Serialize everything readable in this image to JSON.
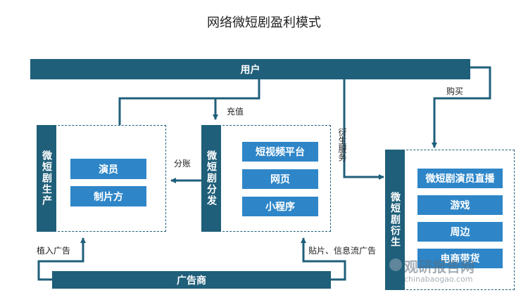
{
  "title": "网络微短剧盈利模式",
  "users": "用户",
  "advertiser": "广告商",
  "production": {
    "label": "微短剧生产",
    "items": [
      "演员",
      "制片方"
    ]
  },
  "distribution": {
    "label": "微短剧分发",
    "items": [
      "短视频平台",
      "网页",
      "小程序"
    ]
  },
  "derivative": {
    "label": "微短剧衍生",
    "items": [
      "微短剧演员直播",
      "游戏",
      "周边",
      "电商带货"
    ]
  },
  "edges": {
    "share": "分账",
    "recharge": "充值",
    "purchase": "购买",
    "derivative_service": "衍生服务",
    "placement_ads": "植入广告",
    "feed_ads": "贴片、信息流广告"
  },
  "watermark": {
    "brand": "观研报告网",
    "url": "chinabaogao.com"
  },
  "colors": {
    "dark_teal": "#1f5f7a",
    "item_blue": "#2e86c8"
  }
}
